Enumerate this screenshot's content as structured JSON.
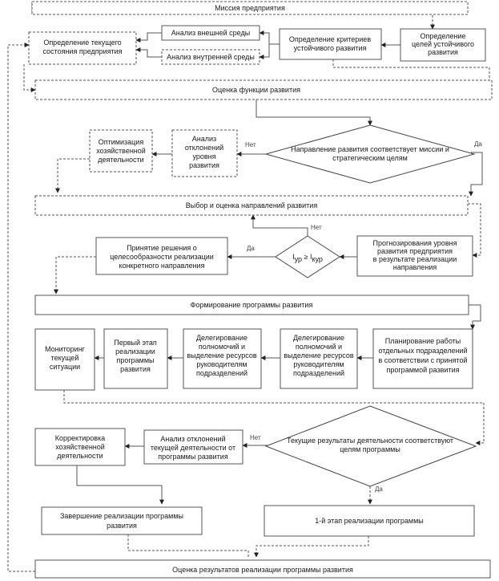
{
  "nodes": {
    "mission": [
      "Миссия предприятия"
    ],
    "current_state": [
      "Определение текущего",
      "состояния предприятия"
    ],
    "external_env": [
      "Анализ внешней среды"
    ],
    "internal_env": [
      "Анализ внутренней среды"
    ],
    "criteria": [
      "Определение критериев",
      "устойчивого развития"
    ],
    "goals": [
      "Определение",
      "целей устойчивого",
      "развития"
    ],
    "function_eval": [
      "Оценка функции развития"
    ],
    "decision1": [
      "Направление развития соответствует миссии и",
      "стратегическим целям"
    ],
    "deviation1": [
      "Анализ",
      "отклонений",
      "уровня",
      "развития"
    ],
    "optimization": [
      "Оптимизация",
      "хозяйственной",
      "деятельности"
    ],
    "choice": [
      "Выбор и оценка направлений развития"
    ],
    "forecast": [
      "Прогнозирования уровня",
      "развития предприятия",
      "в результате реализации",
      "направления"
    ],
    "decision2": [
      "I",
      "ур",
      " ≥ I",
      "кур"
    ],
    "decision_make": [
      "Принятие решения о",
      "целесообразности реализации",
      "конкретного направления"
    ],
    "program_form": [
      "Формирование программы развития"
    ],
    "planning": [
      "Планирование работы",
      "отдельных подразделений",
      "в соответствии с принятой",
      "программой развития"
    ],
    "delegation2": [
      "Делегирование",
      "полномочий и",
      "выделение ресурсов",
      "руководителям",
      "подразделений"
    ],
    "delegation1": [
      "Делегирование",
      "полномочий и",
      "выделение ресурсов",
      "руководителям",
      "подразделений"
    ],
    "first_stage": [
      "Первый этап",
      "реализации",
      "программы",
      "развития"
    ],
    "monitoring": [
      "Мониторинг",
      "текущей",
      "ситуации"
    ],
    "decision3": [
      "Текущие результаты деятельности соответствуют",
      "целям программы"
    ],
    "deviation2": [
      "Анализ отклонений",
      "текущей деятельности от",
      "программы развития"
    ],
    "correction": [
      "Корректировка",
      "хозяйственной",
      "деятельности"
    ],
    "completion": [
      "Завершение реализации программы",
      "развития"
    ],
    "stage1": [
      "1-й этап реализации программы"
    ],
    "results_eval": [
      "Оценка результатов реализации программы развития"
    ]
  },
  "edge_labels": {
    "no": "Нет",
    "yes": "Да"
  }
}
